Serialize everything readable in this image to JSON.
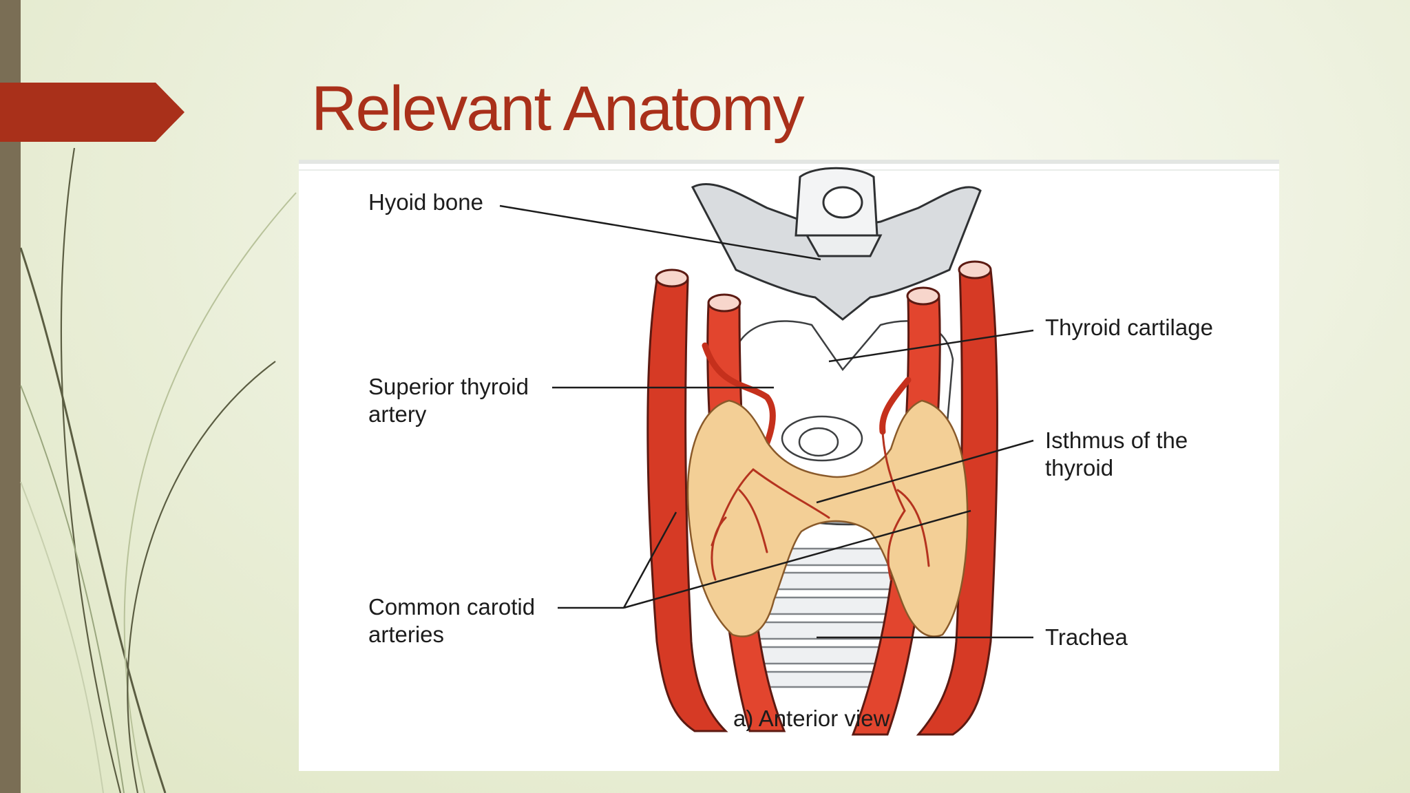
{
  "slide": {
    "title": "Relevant Anatomy"
  },
  "figure": {
    "labels": {
      "hyoid_bone": "Hyoid bone",
      "thyroid_cartilage": "Thyroid cartilage",
      "superior_thyroid_artery": "Superior thyroid artery",
      "isthmus": "Isthmus of the thyroid",
      "common_carotid": "Common carotid arteries",
      "trachea": "Trachea"
    },
    "caption": "a) Anterior view"
  },
  "colors": {
    "title": "#a9301a",
    "accent_arrow": "#a9301a",
    "left_bar": "#7a6e55",
    "artery": "#d63a25",
    "thyroid_gland": "#f3cf96",
    "cartilage": "#d9dcdf"
  }
}
